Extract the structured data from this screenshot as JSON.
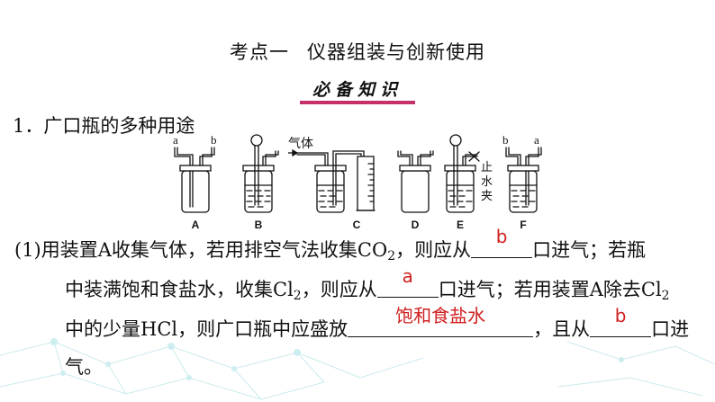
{
  "header": {
    "title_part1": "考点一",
    "title_part2": "仪器组装与创新使用",
    "banner": "必备知识"
  },
  "section": {
    "heading": "1．广口瓶的多种用途"
  },
  "figure": {
    "gas_label": "气体",
    "clamp_label": [
      "止",
      "水",
      "夹"
    ],
    "port_a": "a",
    "port_b": "b",
    "bottle_labels": [
      "A",
      "B",
      "C",
      "D",
      "E",
      "F"
    ]
  },
  "question": {
    "l1_pre": "(1)用装置A收集气体，若用排空气法收集CO",
    "sub_2": "2",
    "l1_mid": "，则应从",
    "ans1": "b",
    "l1_post": "口进气；若瓶",
    "l2_pre": "中装满饱和食盐水，收集Cl",
    "l2_mid": "，则应从",
    "ans2": "a",
    "l2_post": "口进气；若用装置A除去Cl",
    "l3_pre": "中的少量HCl，则广口瓶中应盛放",
    "ans3": "饱和食盐水",
    "l3_mid": "，且从",
    "ans4": "b",
    "l3_post": "口进",
    "l4": "气。"
  },
  "colors": {
    "answer": "#d11f1f",
    "banner_underline": "#c5306a",
    "decor": "#a8dde0"
  }
}
